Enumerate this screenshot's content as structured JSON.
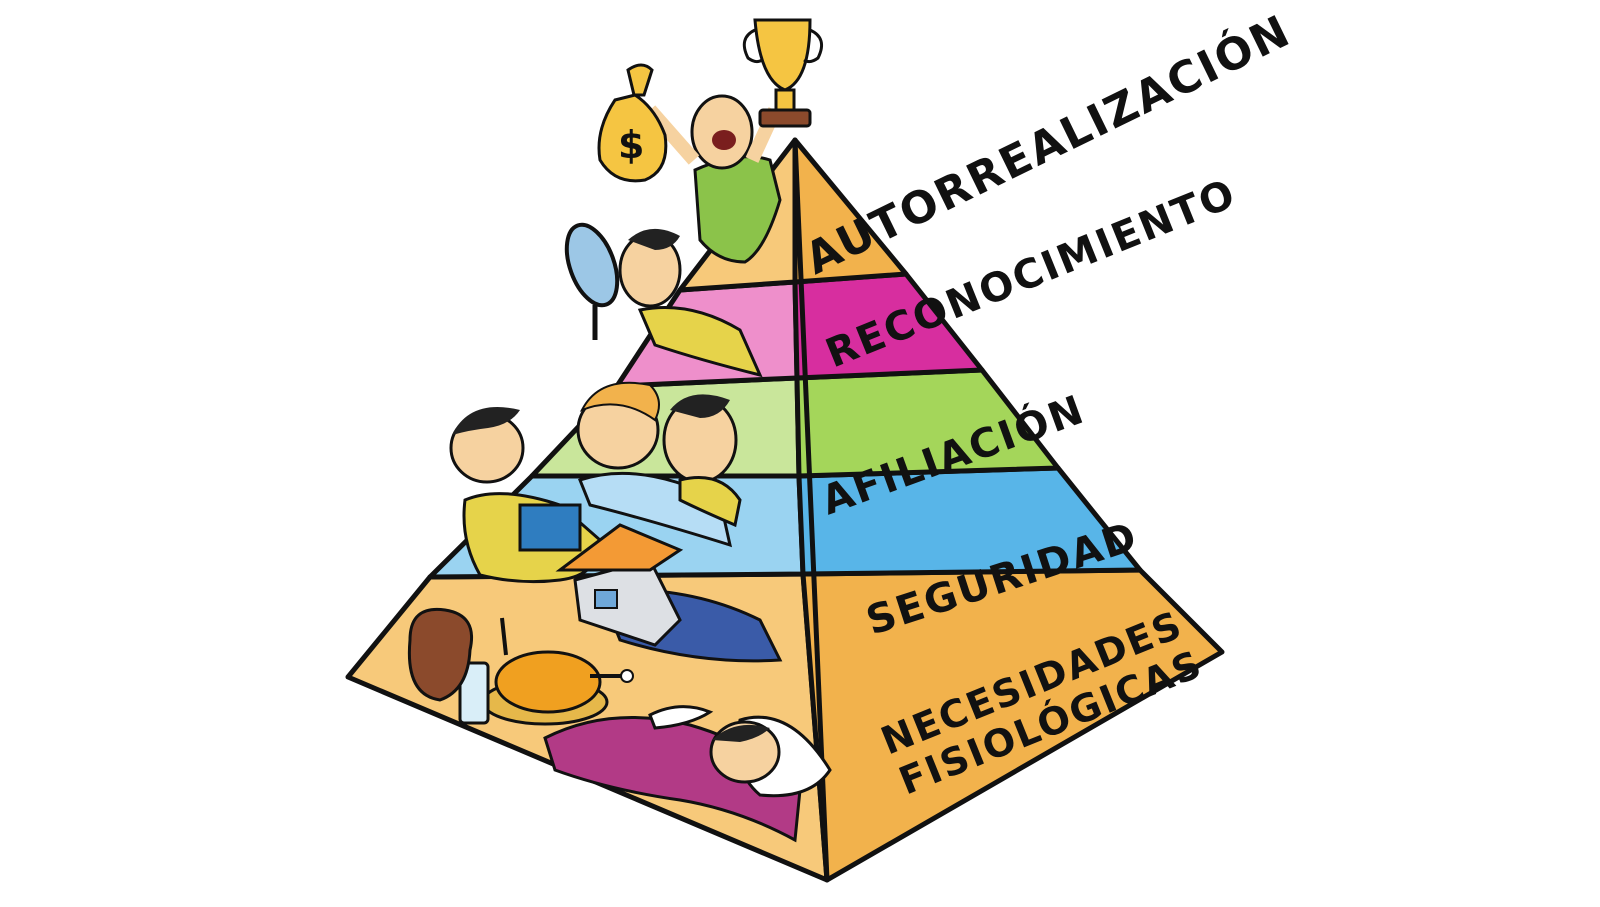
{
  "pyramid": {
    "levels": [
      {
        "id": "self-actualization",
        "label": "AUTORREALIZACIÓN",
        "color_right": "#F2B24C",
        "color_left": "#F7C97A"
      },
      {
        "id": "recognition",
        "label": "RECONOCIMIENTO",
        "color_right": "#D72E9F",
        "color_left": "#EE8FCB"
      },
      {
        "id": "affiliation",
        "label": "AFILIACIÓN",
        "color_right": "#A4D65A",
        "color_left": "#C9E69B"
      },
      {
        "id": "security",
        "label": "SEGURIDAD",
        "color_right": "#58B5E8",
        "color_left": "#9AD3F1"
      },
      {
        "id": "physiological",
        "label_line1": "NECESIDADES",
        "label_line2": "FISIOLÓGICAS",
        "color_right": "#F2B24C",
        "color_left": "#F7C97A"
      }
    ]
  },
  "icons": {
    "money_bag_symbol": "$"
  }
}
